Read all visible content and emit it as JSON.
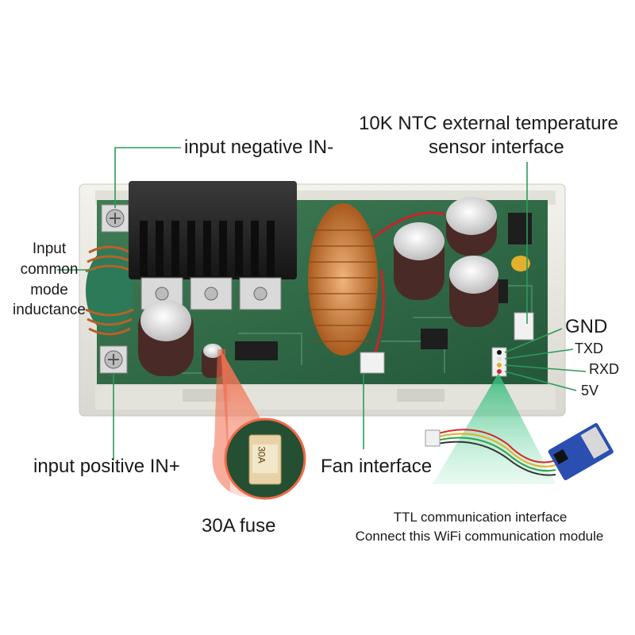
{
  "labels": {
    "input_negative": "input negative IN-",
    "ntc_line1": "10K NTC external temperature",
    "ntc_line2": "sensor interface",
    "inductance_1": "Input",
    "inductance_2": "common",
    "inductance_3": "mode",
    "inductance_4": "inductance",
    "gnd": "GND",
    "txd": "TXD",
    "rxd": "RXD",
    "v5": "5V",
    "input_positive": "input positive IN+",
    "fan_interface": "Fan interface",
    "fuse": "30A fuse",
    "ttl_line1": "TTL communication interface",
    "ttl_line2": "Connect this WiFi communication module"
  },
  "fuse_marking": "30A",
  "colors": {
    "leader_line": "#2e9a5a",
    "pcb_green": "#2f6b45",
    "enclosure": "#ecebe4",
    "fuse_highlight": "#f26a4a",
    "ttl_highlight": "#6fd7a6"
  }
}
